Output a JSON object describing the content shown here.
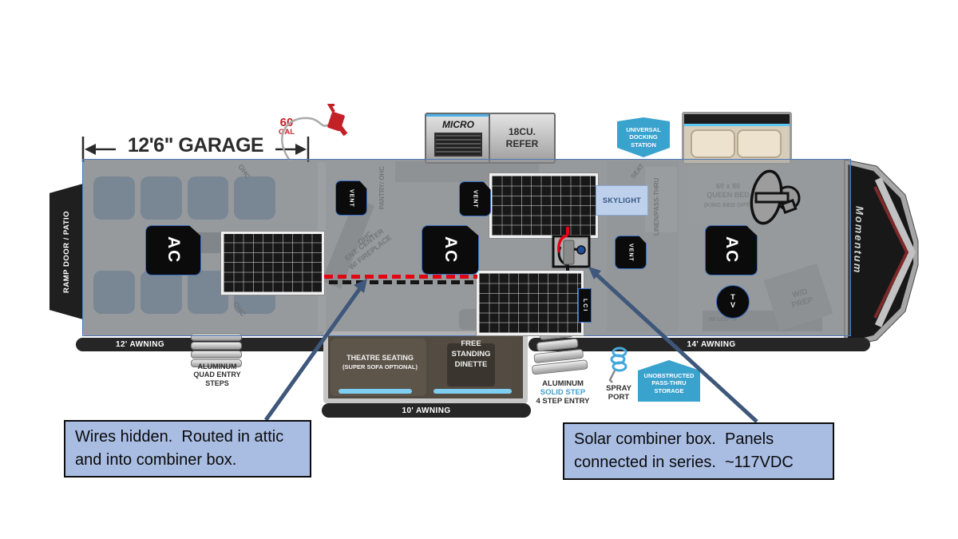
{
  "plan": {
    "garage_dimension": "12'6\" GARAGE",
    "fuel": {
      "line1": "60",
      "line2": "GAL"
    },
    "micro_label": "MICRO",
    "refer": {
      "line1": "18CU.",
      "line2": "REFER"
    },
    "docking": {
      "line1": "UNIVERSAL",
      "line2": "DOCKING",
      "line3": "STATION"
    },
    "ramp_door_label": "RAMP DOOR / PATIO",
    "brand_label": "Momentum",
    "awning_12": "12' AWNING",
    "awning_10": "10' AWNING",
    "awning_14": "14' AWNING",
    "quad_steps": {
      "line1": "ALUMINUM",
      "line2": "QUAD ENTRY",
      "line3": "STEPS"
    },
    "theatre": {
      "line1": "THEATRE SEATING",
      "line2": "(SUPER SOFA OPTIONAL)"
    },
    "dinette": {
      "line1": "FREE",
      "line2": "STANDING",
      "line3": "DINETTE"
    },
    "solid_step": {
      "line1": "ALUMINUM",
      "line2": "SOLID STEP",
      "line3": "4 STEP ENTRY"
    },
    "spray": {
      "line1": "SPRAY",
      "line2": "PORT"
    },
    "storage": {
      "line1": "UNOBSTRUCTED",
      "line2": "PASS-THRU",
      "line3": "STORAGE"
    },
    "skylight_label": "SKYLIGHT",
    "ac_label": "AC",
    "vent_label": "VENT",
    "tv": {
      "line1": "T",
      "line2": "V"
    },
    "lci_label": "LCI",
    "ghost": {
      "ohc": "OHC",
      "pantry": "PANTRY/ OHC",
      "ent1": "ENT. CENTER",
      "ent2": "W/ FIREPLACE",
      "seat": "SEAT",
      "linen": "LINEN/PASS-THRU",
      "bed1": "60 x 80",
      "bed2": "QUEEN BED",
      "bed3": "(KING BED OPT.)",
      "wd1": "W/D",
      "wd2": "PREP",
      "dresser": "W/ LED TV"
    }
  },
  "notes": {
    "wires": {
      "line1": "Wires hidden.  Routed in attic",
      "line2": "and into combiner box."
    },
    "combiner": {
      "line1": "Solar combiner box.  Panels",
      "line2": "connected in series.  ~117VDC"
    }
  },
  "colors": {
    "note_fill": "#a9bde3",
    "note_border": "#0d0d0d",
    "arrow": "#3e577a",
    "wire_red": "#e20613",
    "wire_black": "#151515",
    "badge_blue": "#39a2cd",
    "skylight_fill": "#bdd0ec",
    "overlay_border": "#4e79b8",
    "fuel_red": "#c42127"
  }
}
